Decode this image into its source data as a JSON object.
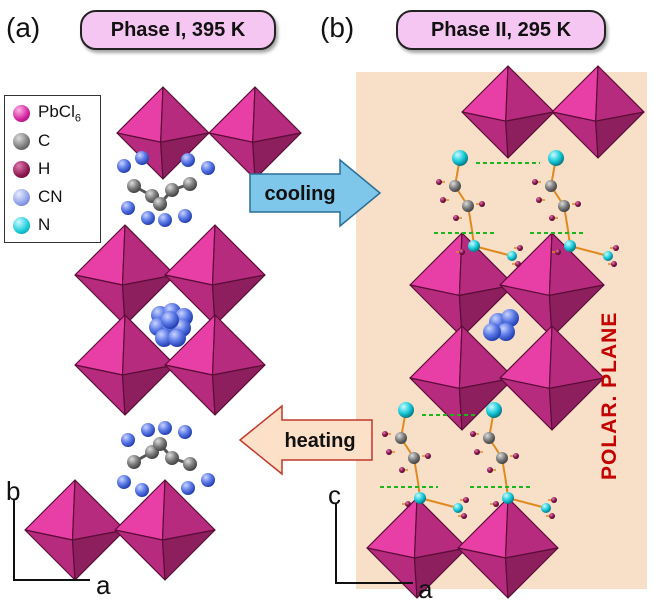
{
  "panels": {
    "a": {
      "label": "(a)",
      "phase": "Phase I, 395 K"
    },
    "b": {
      "label": "(b)",
      "phase": "Phase II, 295 K"
    }
  },
  "legend": {
    "items": [
      {
        "label": "PbCl",
        "sub": "6",
        "color": "#d01f9c"
      },
      {
        "label": "C",
        "sub": "",
        "color": "#6e6e6e"
      },
      {
        "label": "H",
        "sub": "",
        "color": "#8c1650"
      },
      {
        "label": "CN",
        "sub": "",
        "color": "#7b8fe0"
      },
      {
        "label": "N",
        "sub": "",
        "color": "#17c9d9"
      }
    ]
  },
  "arrows": {
    "cooling": "cooling",
    "heating": "heating"
  },
  "polar_plane": "POLAR. PLANE",
  "axes": {
    "a": {
      "vertical": "b",
      "horizontal": "a"
    },
    "b": {
      "vertical": "c",
      "horizontal": "a"
    }
  },
  "colors": {
    "octahedron_light": "#e83fa6",
    "octahedron_dark": "#8e1f5e",
    "octahedron_mid": "#b72b7f",
    "polar_bg": "#f8dfc8",
    "cooling_arrow": "#7ec6ea",
    "heating_arrow": "#fde0c8",
    "polar_text": "#c20000"
  }
}
